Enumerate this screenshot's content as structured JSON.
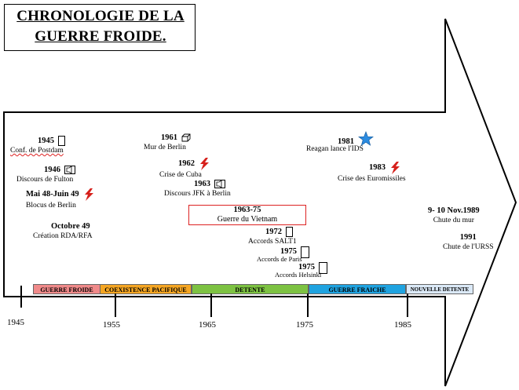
{
  "title": {
    "line1": "CHRONOLOGIE DE LA",
    "line2": "GUERRE FROIDE."
  },
  "events": [
    {
      "year": "1945",
      "label": "Conf. de Postdam",
      "icon": "document-icon"
    },
    {
      "year": "1946",
      "label": "Discours de Fulton",
      "icon": "speech-icon"
    },
    {
      "year": "Mai 48-Juin 49",
      "label": "Blocus de Berlin",
      "icon": "lightning-icon"
    },
    {
      "year": "Octobre 49",
      "label": "Création RDA/RFA",
      "icon": ""
    },
    {
      "year": "1961",
      "label": "Mur de Berlin",
      "icon": "wall-icon"
    },
    {
      "year": "1962",
      "label": "Crise de Cuba",
      "icon": "lightning-icon"
    },
    {
      "year": "1963",
      "label": "Discours JFK à Berlin",
      "icon": "speech-icon"
    },
    {
      "year": "1963-75",
      "label": "Guerre du Vietnam",
      "icon": ""
    },
    {
      "year": "1972",
      "label": "Accords SALT1",
      "icon": "document-icon"
    },
    {
      "year": "1975",
      "label": "Accords de Paris",
      "icon": "document-icon"
    },
    {
      "year": "1975",
      "label": "Accords Helsinki",
      "icon": "document-icon"
    },
    {
      "year": "1981",
      "label": "Reagan lance l'IDS",
      "icon": "star-icon"
    },
    {
      "year": "1983",
      "label": "Crise des Euromissiles",
      "icon": "lightning-icon"
    },
    {
      "year": "9- 10 Nov.1989",
      "label": "Chute du mur",
      "icon": ""
    },
    {
      "year": "1991",
      "label": "Chute de l'URSS",
      "icon": ""
    }
  ],
  "periods": [
    {
      "label": "GUERRE FROIDE",
      "color": "#f08a8a"
    },
    {
      "label": "COEXISTENCE PACIFIQUE",
      "color": "#f5a623"
    },
    {
      "label": "DETENTE",
      "color": "#7dc242"
    },
    {
      "label": "GUERRE FRAICHE",
      "color": "#1fa3e0"
    },
    {
      "label": "NOUVELLE DETENTE",
      "color": "#dbe9f7"
    }
  ],
  "axis_years": [
    "1945",
    "1955",
    "1965",
    "1975",
    "1985"
  ],
  "colors": {
    "lightning": "#d6201b",
    "star": "#2b8be0",
    "vietnam_border": "#d22222"
  }
}
